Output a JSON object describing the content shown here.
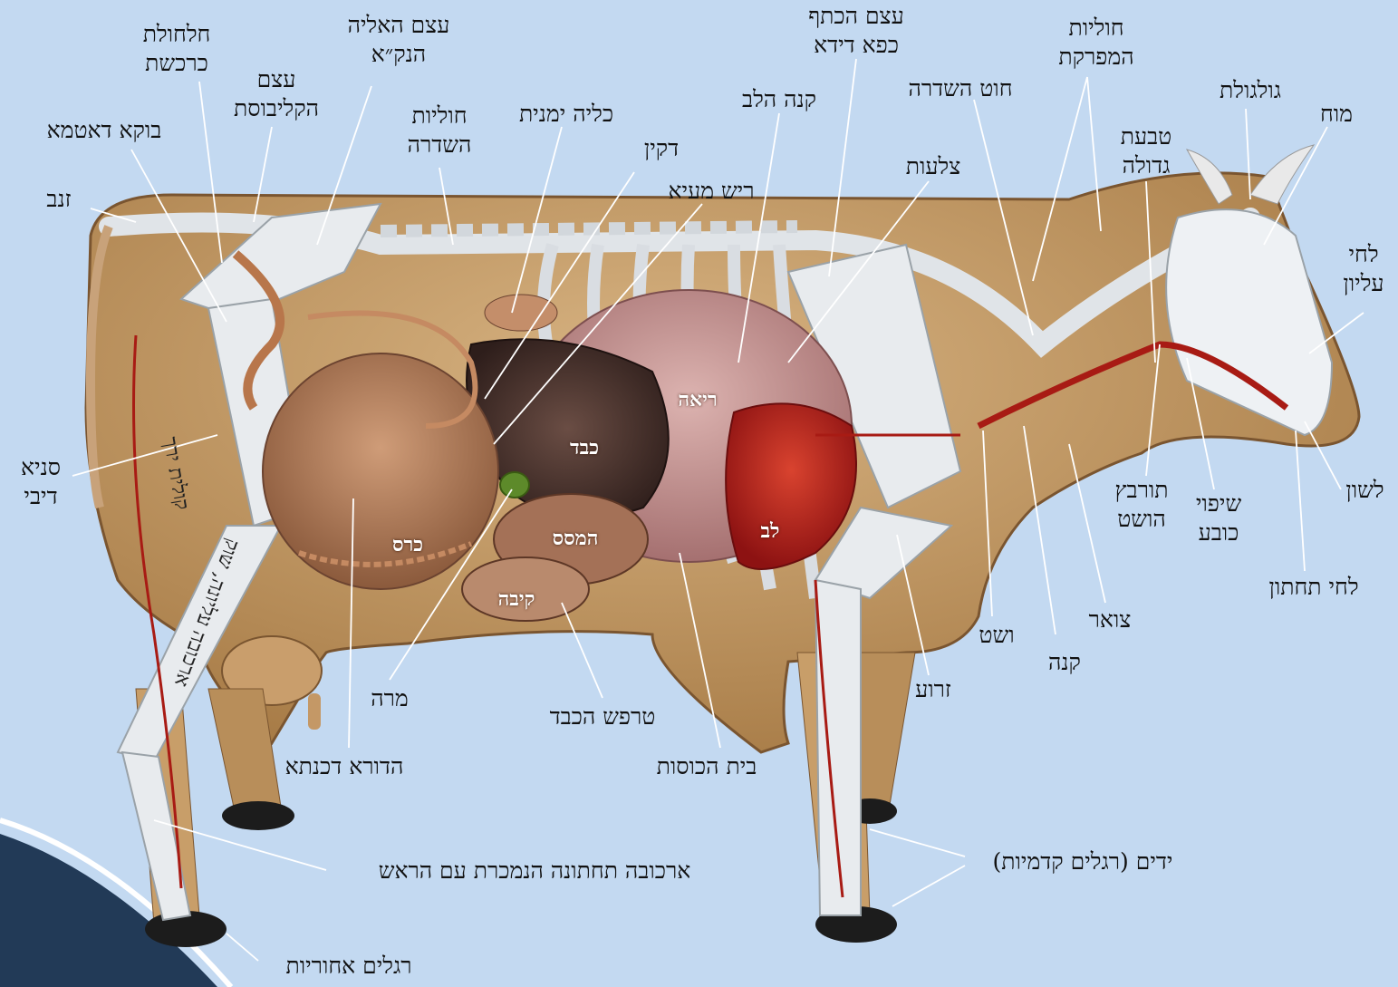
{
  "labels": {
    "challul": [
      "חלחולת",
      "כרכשת"
    ],
    "alya": [
      "עצם האליה",
      "הנק״א"
    ],
    "katef": [
      "עצם הכתף",
      "כפא דידא"
    ],
    "mafreket": [
      "חוליות",
      "המפרקת"
    ],
    "klivoset": [
      "עצם",
      "הקליבוסת"
    ],
    "bukka": "בוקא דאטמא",
    "zanav": "זנב",
    "shidra_vert": [
      "חוליות",
      "השדרה"
    ],
    "kilya": "כליה ימנית",
    "kne_halev": "קנה הלב",
    "chut": "חוט השדרה",
    "gulgolet": "גולגולת",
    "moach": "מוח",
    "dakin": "דקין",
    "resh_meyah": "ריש מעיא",
    "tzlaot": "צלעות",
    "tabaat": [
      "טבעת",
      "גדולה"
    ],
    "lechi_elyon": [
      "לחי",
      "עליון"
    ],
    "sanya": [
      "סניא",
      "דיבי"
    ],
    "turbatz": [
      "תורבץ",
      "הושט"
    ],
    "shipuy": [
      "שיפוי",
      "כובע"
    ],
    "lashon": "לשון",
    "lechi_tachton": "לחי תחתון",
    "tzavar": "צואר",
    "veshet": "ושט",
    "kane": "קנה",
    "zroa": "זרוע",
    "mara": "מרה",
    "terpash": "טרפש הכבד",
    "hadura": "הדורא דכנתא",
    "beit_hakosot": "בית הכוסות",
    "arkuva_tachtona": "ארכובה תחתונה הנמכרת עם הראש",
    "yadayim": "ידים (רגלים קדמיות)",
    "raglayim": "רגלים אחוריות"
  },
  "organ_labels": {
    "reah": "ריאה",
    "kaved": "כבד",
    "lev": "לב",
    "keres": "כרס",
    "hamses": "המסס",
    "keiva": "קיבה"
  },
  "bone_labels": {
    "kulit": "קולית ירך",
    "arkuva_elyona": "ארכובה עליונה, שוק"
  },
  "colors": {
    "background": "#c3d9f1",
    "hide": "#c9a06a",
    "bone": "#e8ebee",
    "liver": "#4a3530",
    "lung": "#c99a98",
    "heart": "#b31d1d",
    "rumen": "#b58262",
    "vessel": "#a81b14",
    "bile": "#5d8a2a"
  }
}
